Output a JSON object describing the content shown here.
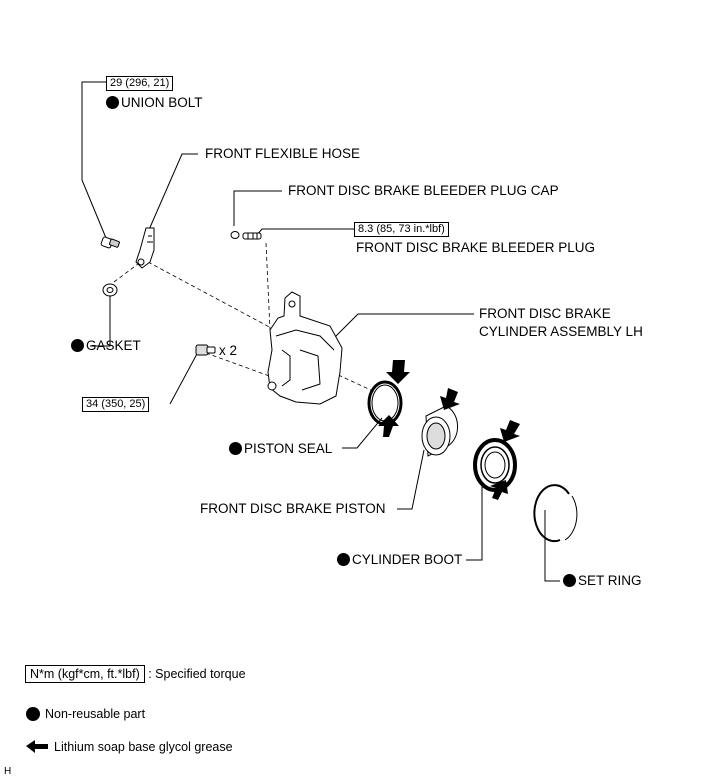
{
  "torque": {
    "union_bolt": "29 (296, 21)",
    "bleeder_plug": "8.3 (85, 73 in.*lbf)",
    "caliper_bolt": "34 (350, 25)"
  },
  "labels": {
    "union_bolt": "UNION BOLT",
    "front_flexible_hose": "FRONT FLEXIBLE HOSE",
    "bleeder_plug_cap": "FRONT DISC BRAKE BLEEDER PLUG CAP",
    "bleeder_plug": "FRONT DISC BRAKE BLEEDER PLUG",
    "cylinder_assembly_line1": "FRONT DISC BRAKE",
    "cylinder_assembly_line2": "CYLINDER ASSEMBLY LH",
    "gasket": "GASKET",
    "bolt_qty": "x 2",
    "piston_seal": "PISTON SEAL",
    "piston": "FRONT DISC BRAKE PISTON",
    "cylinder_boot": "CYLINDER BOOT",
    "set_ring": "SET RING"
  },
  "legend": {
    "torque_unit": "N*m (kgf*cm, ft.*lbf)",
    "torque_desc": ": Specified torque",
    "non_reusable": "Non-reusable part",
    "grease": "Lithium soap base glycol grease"
  },
  "corner_mark": "H"
}
